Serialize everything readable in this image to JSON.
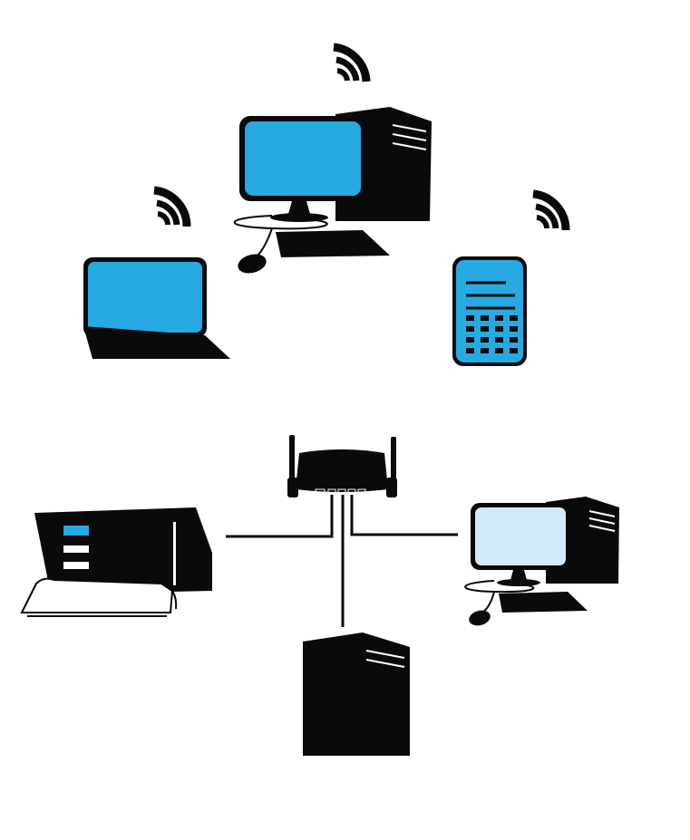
{
  "diagram": {
    "wireless_devices": [
      {
        "id": "desktop-top",
        "kind": "desktop",
        "connection": "wifi"
      },
      {
        "id": "laptop",
        "kind": "laptop",
        "connection": "wifi"
      },
      {
        "id": "phone",
        "kind": "smartphone",
        "connection": "wifi"
      }
    ],
    "hub": {
      "id": "router",
      "kind": "wireless-router",
      "antennas": 2,
      "ports": 4
    },
    "wired_devices": [
      {
        "id": "printer",
        "kind": "printer",
        "connection": "cable"
      },
      {
        "id": "server",
        "kind": "server-tower",
        "connection": "cable"
      },
      {
        "id": "desktop-right",
        "kind": "desktop",
        "connection": "cable"
      }
    ],
    "icons": [
      "wifi-icon",
      "monitor-icon",
      "tower-icon",
      "keyboard-icon",
      "mouse-icon",
      "laptop-icon",
      "smartphone-icon",
      "router-icon",
      "printer-icon",
      "server-icon"
    ],
    "colors": {
      "ink": "#0a0a0a",
      "screen_blue": "#27a9e1",
      "screen_light": "#d2ebf8",
      "paper": "#ffffff"
    }
  }
}
